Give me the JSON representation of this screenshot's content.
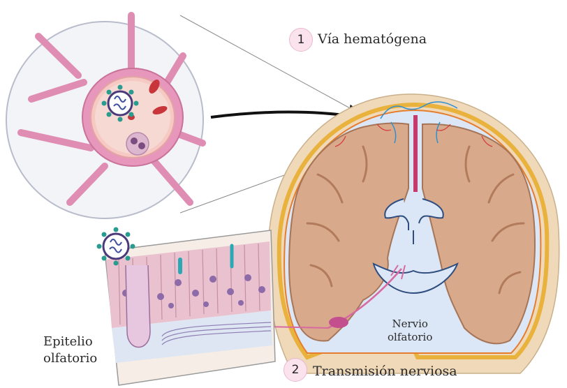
{
  "routes": [
    {
      "number": "1",
      "label": "Vía hematógena"
    },
    {
      "number": "2",
      "label": "Transmisión nerviosa"
    }
  ],
  "labels": {
    "epithelium_line1": "Epitelio",
    "epithelium_line2": "olfatorio",
    "nerve_line1": "Nervio",
    "nerve_line2": "olfatorio"
  },
  "icons": {
    "virus": "virus-icon",
    "blood_vessel": "blood-vessel-icon",
    "brain": "brain-coronal-section-icon",
    "olfactory_epithelium": "olfactory-epithelium-icon"
  },
  "colors": {
    "badge_fill": "#fbe3ee",
    "vessel_pink": "#e58ab0",
    "brain_tan": "#d9a98b",
    "skull_cream": "#efd9b8",
    "virus_purple": "#4a3a7a",
    "virus_teal": "#2a9b8f"
  }
}
